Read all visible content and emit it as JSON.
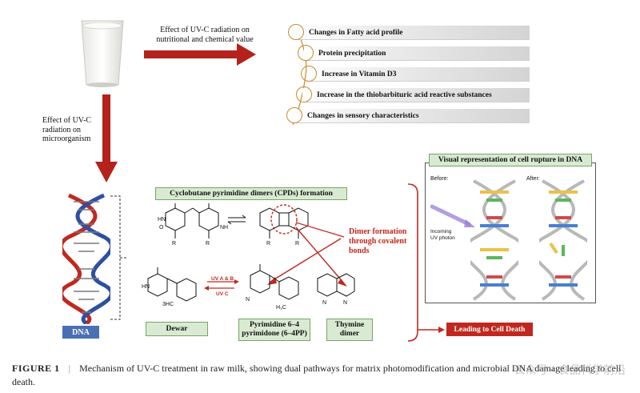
{
  "top_effect": {
    "label_line1": "Effect of UV-C radiation on",
    "label_line2": "nutritional and chemical value"
  },
  "side_effect": {
    "line1": "Effect of UV-C",
    "line2": "radiation on",
    "line3": "microorganism"
  },
  "chemical_effects": [
    "Changes in Fatty acid profile",
    "Protein  precipitation",
    "Increase in Vitamin D3",
    "Increase in the thiobarbituric acid reactive substances",
    "Changes in sensory characteristics"
  ],
  "dna_label": "DNA",
  "cpd_title": "Cyclobutane pyrimidine dimers (CPDs) formation",
  "dimer_formation": {
    "line1": "Dimer formation",
    "line2": "through covalent",
    "line3": "bonds"
  },
  "uv_labels": {
    "uvab": "UV A & B",
    "uvc": "UV C"
  },
  "products": {
    "dewar": "Dewar",
    "pyr_line1": "Pyrimidine  6–4",
    "pyr_line2": "pyrimidone  (6–4PP)",
    "thy_line1": "Thymine",
    "thy_line2": "dimer"
  },
  "visual": {
    "title": "Visual representation of cell rupture in DNA",
    "before": "Before:",
    "after": "After:",
    "photon_line1": "Incoming",
    "photon_line2": "UV photon"
  },
  "leading": "Leading to Cell Death",
  "caption": {
    "fig": "FIGURE  1",
    "sep": "|",
    "text": "Mechanism of UV-C treatment in raw milk, showing dual pathways for matrix photomodification and microbial DNA damage leading to cell death."
  },
  "watermark": "公众号 · 食品科学前沿",
  "colors": {
    "arrow_red": "#b3221b",
    "accent_red": "#c0281f",
    "box_green": "#d9ead2",
    "dna_blue": "#4a6fb5",
    "circle_orange": "#c98a2e"
  }
}
